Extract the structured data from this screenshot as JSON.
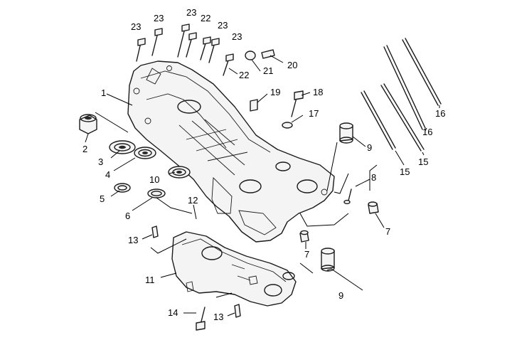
{
  "callouts": [
    {
      "id": "c1",
      "text": "1"
    },
    {
      "id": "c2",
      "text": "2"
    },
    {
      "id": "c3",
      "text": "3"
    },
    {
      "id": "c4",
      "text": "4"
    },
    {
      "id": "c5",
      "text": "5"
    },
    {
      "id": "c6",
      "text": "6"
    },
    {
      "id": "c7a",
      "text": "7"
    },
    {
      "id": "c7b",
      "text": "7"
    },
    {
      "id": "c8",
      "text": "8"
    },
    {
      "id": "c9a",
      "text": "9"
    },
    {
      "id": "c9b",
      "text": "9"
    },
    {
      "id": "c10",
      "text": "10"
    },
    {
      "id": "c11",
      "text": "11"
    },
    {
      "id": "c12",
      "text": "12"
    },
    {
      "id": "c13a",
      "text": "13"
    },
    {
      "id": "c13b",
      "text": "13"
    },
    {
      "id": "c14",
      "text": "14"
    },
    {
      "id": "c15a",
      "text": "15"
    },
    {
      "id": "c15b",
      "text": "15"
    },
    {
      "id": "c16a",
      "text": "16"
    },
    {
      "id": "c16b",
      "text": "16"
    },
    {
      "id": "c17",
      "text": "17"
    },
    {
      "id": "c18",
      "text": "18"
    },
    {
      "id": "c19",
      "text": "19"
    },
    {
      "id": "c20",
      "text": "20"
    },
    {
      "id": "c21",
      "text": "21"
    },
    {
      "id": "c22a",
      "text": "22"
    },
    {
      "id": "c22b",
      "text": "22"
    },
    {
      "id": "c23a",
      "text": "23"
    },
    {
      "id": "c23b",
      "text": "23"
    },
    {
      "id": "c23c",
      "text": "23"
    },
    {
      "id": "c23d",
      "text": "23"
    },
    {
      "id": "c23e",
      "text": "23"
    }
  ]
}
